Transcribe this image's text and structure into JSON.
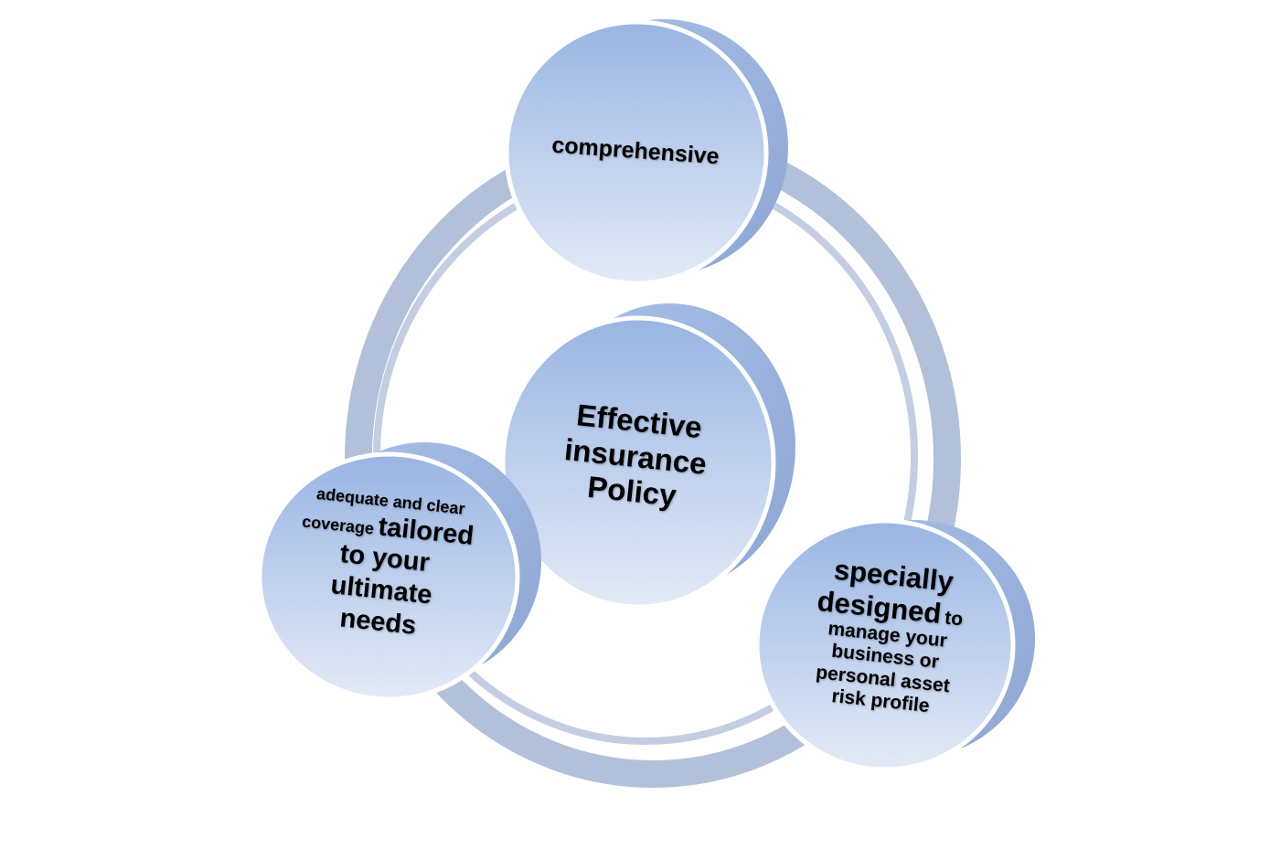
{
  "diagram": {
    "center": {
      "lines": [
        "Effective",
        "insurance",
        "Policy"
      ]
    },
    "top": {
      "text": "comprehensive"
    },
    "left": {
      "line1": "adequate and clear",
      "line2_small": "coverage",
      "line2_big": "tailored",
      "line3": "to your",
      "line4": "ultimate",
      "line5": "needs"
    },
    "right": {
      "line1": "specially",
      "line2_big": "designed",
      "line2_small": "to",
      "line3": "manage your",
      "line4": "business or",
      "line5": "personal asset",
      "line6": "risk profile"
    },
    "colors": {
      "circle_top": "#9ab5e3",
      "circle_bottom": "#e3eaf6",
      "ring": "#b0bfd8",
      "outline": "#ffffff"
    }
  }
}
